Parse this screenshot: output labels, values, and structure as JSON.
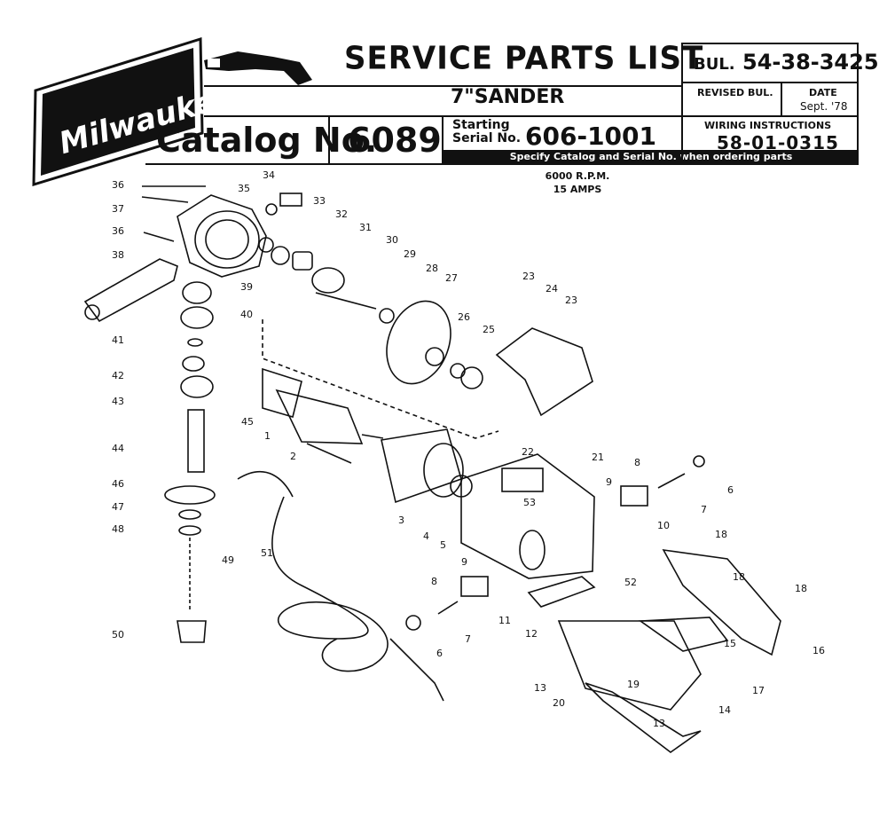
{
  "brand": {
    "logo_text": "Milwaukee"
  },
  "header": {
    "title": "SERVICE PARTS LIST",
    "product": "7\"SANDER",
    "catalog_label": "Catalog No.",
    "catalog_number": "6089",
    "starting_label": "Starting",
    "serial_label": "Serial No.",
    "serial_number": "606-1001",
    "notice": "Specify Catalog and Serial No. when ordering parts"
  },
  "bulletin": {
    "bul_label": "BUL.",
    "bul_number": "54-38-3425",
    "revised_label": "REVISED BUL.",
    "date_label": "DATE",
    "date_value": "Sept. '78",
    "wiring_label": "WIRING INSTRUCTIONS",
    "wiring_number": "58-01-0315"
  },
  "specs": {
    "rpm": "6000 R.P.M.",
    "amps": "15 AMPS"
  },
  "callouts": [
    "1",
    "2",
    "3",
    "4",
    "5",
    "6",
    "6",
    "7",
    "7",
    "8",
    "8",
    "9",
    "9",
    "10",
    "11",
    "12",
    "13",
    "13",
    "14",
    "15",
    "16",
    "17",
    "18",
    "18",
    "18",
    "19",
    "20",
    "21",
    "22",
    "23",
    "23",
    "24",
    "25",
    "26",
    "27",
    "28",
    "29",
    "30",
    "31",
    "32",
    "33",
    "34",
    "35",
    "36",
    "36",
    "37",
    "38",
    "39",
    "40",
    "41",
    "42",
    "43",
    "44",
    "45",
    "46",
    "47",
    "48",
    "49",
    "50",
    "51",
    "52",
    "53"
  ]
}
